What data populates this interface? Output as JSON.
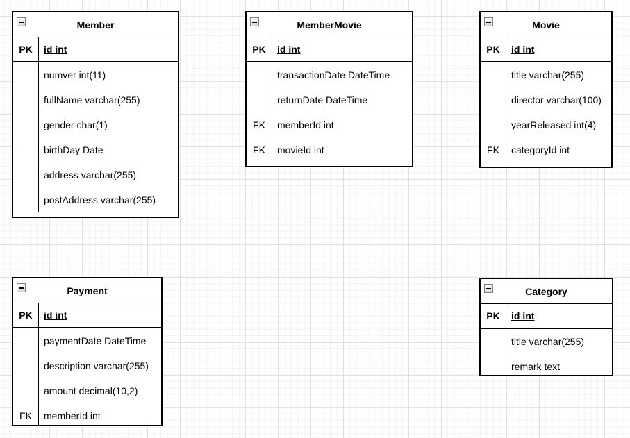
{
  "diagram": {
    "background": "#ffffff",
    "grid_minor_color": "#f3f3f3",
    "grid_major_color": "#e1e1e1",
    "entity_border_color": "#000000",
    "entity_fill_color": "#ffffff",
    "text_color": "#000000",
    "collapse_icon": "minus",
    "tables": [
      {
        "title": "Member",
        "rows": [
          {
            "key": "PK",
            "label": "id int"
          },
          {
            "key": "",
            "label": "numver int(11)"
          },
          {
            "key": "",
            "label": "fullName varchar(255)"
          },
          {
            "key": "",
            "label": "gender char(1)"
          },
          {
            "key": "",
            "label": "birthDay Date"
          },
          {
            "key": "",
            "label": "address varchar(255)"
          },
          {
            "key": "",
            "label": "postAddress varchar(255)"
          }
        ]
      },
      {
        "title": "MemberMovie",
        "rows": [
          {
            "key": "PK",
            "label": "id int"
          },
          {
            "key": "",
            "label": "transactionDate DateTime"
          },
          {
            "key": "",
            "label": "returnDate DateTime"
          },
          {
            "key": "FK",
            "label": "memberId int"
          },
          {
            "key": "FK",
            "label": "movieId int"
          }
        ]
      },
      {
        "title": "Movie",
        "rows": [
          {
            "key": "PK",
            "label": "id int"
          },
          {
            "key": "",
            "label": "title varchar(255)"
          },
          {
            "key": "",
            "label": "director varchar(100)"
          },
          {
            "key": "",
            "label": "yearReleased int(4)"
          },
          {
            "key": "FK",
            "label": "categoryId int"
          }
        ]
      },
      {
        "title": "Payment",
        "rows": [
          {
            "key": "PK",
            "label": "id int"
          },
          {
            "key": "",
            "label": "paymentDate DateTime"
          },
          {
            "key": "",
            "label": "description varchar(255)"
          },
          {
            "key": "",
            "label": "amount decimal(10,2)"
          },
          {
            "key": "FK",
            "label": "memberId int"
          }
        ]
      },
      {
        "title": "Category",
        "rows": [
          {
            "key": "PK",
            "label": "id int"
          },
          {
            "key": "",
            "label": "title varchar(255)"
          },
          {
            "key": "",
            "label": "remark text"
          }
        ]
      }
    ]
  }
}
